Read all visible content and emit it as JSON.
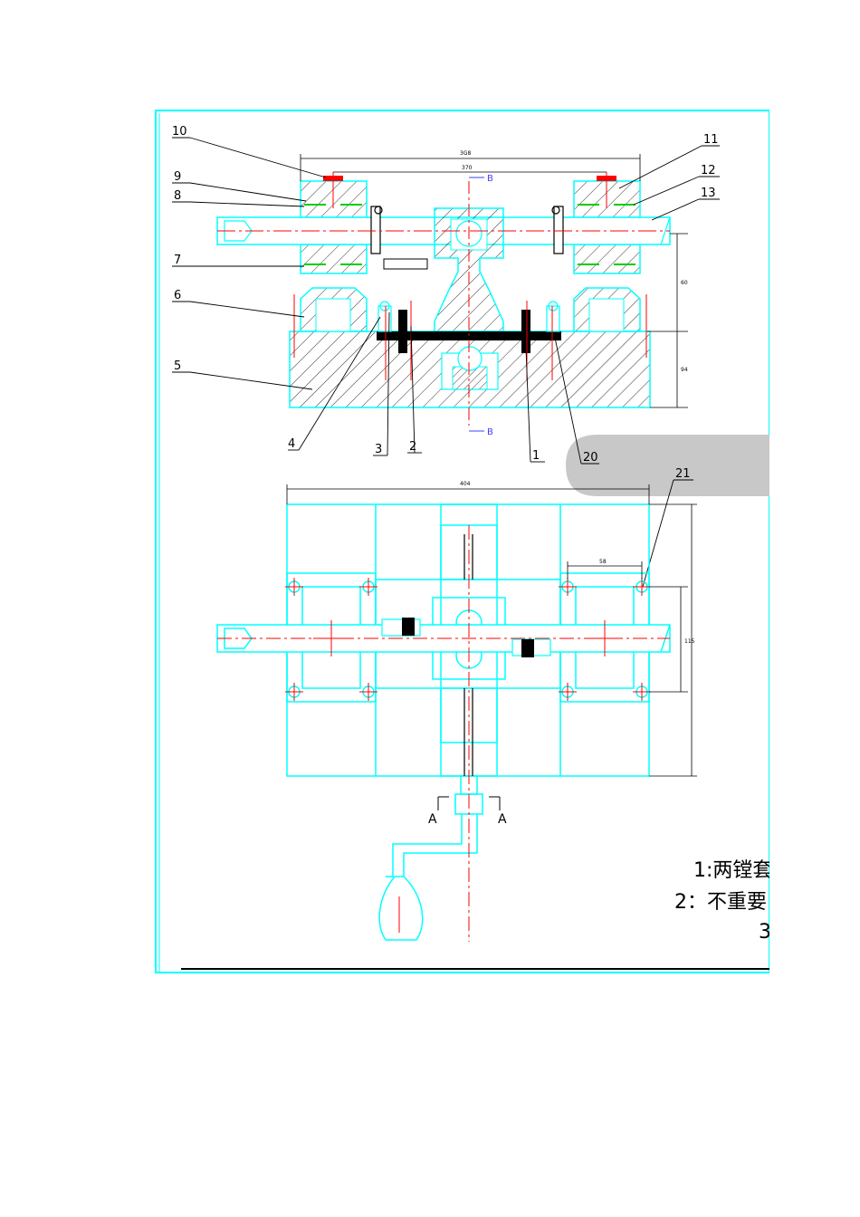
{
  "callouts": {
    "c1": "1",
    "c2": "2",
    "c3": "3",
    "c4": "4",
    "c5": "5",
    "c6": "6",
    "c7": "7",
    "c8": "8",
    "c9": "9",
    "c10": "10",
    "c11": "11",
    "c12": "12",
    "c13": "13",
    "c20": "20",
    "c21": "21"
  },
  "section_marks": {
    "a_left": "A",
    "a_right": "A",
    "b_top": "B",
    "b_bottom": "B"
  },
  "dimensions": {
    "overall_top": "3G8",
    "inner_top": "370",
    "height_upper": "60",
    "height_lower": "94",
    "plan_width": "404",
    "pad_width": "58",
    "plan_height": "115"
  },
  "label_box": "",
  "notes": {
    "n1": "1:两镗套",
    "n2": "2：不重要",
    "n3": "3"
  },
  "colors": {
    "outline": "#00ffff",
    "center": "#ff0000",
    "seal": "#00cc00",
    "dark": "#000000"
  }
}
